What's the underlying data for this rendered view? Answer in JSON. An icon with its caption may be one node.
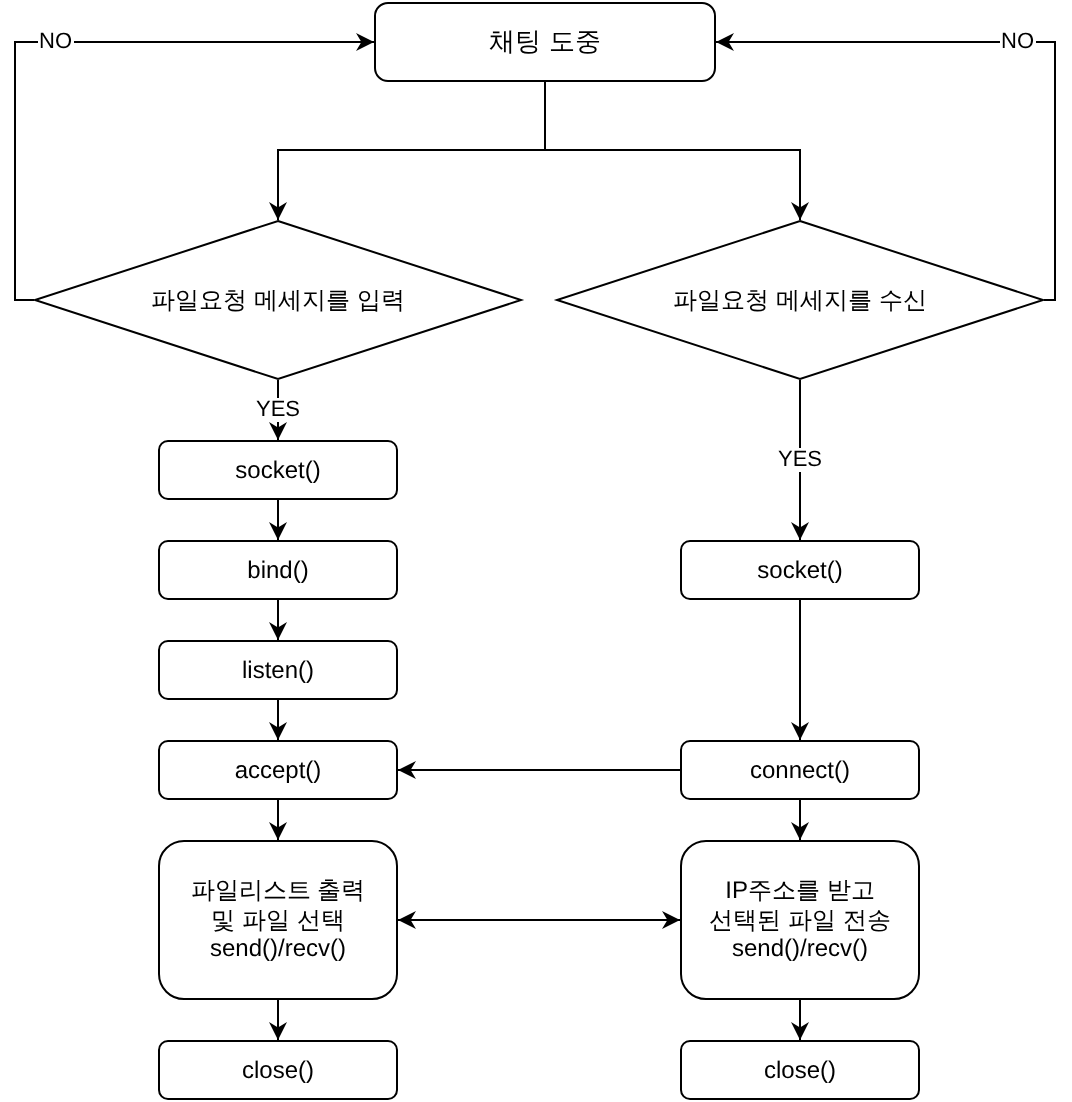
{
  "diagram": {
    "nodes": [
      {
        "text": [
          "채팅 도중"
        ]
      },
      {
        "text": [
          "파일요청 메세지를 입력"
        ]
      },
      {
        "text": [
          "파일요청 메세지를 수신"
        ]
      },
      {
        "text": [
          "socket()"
        ]
      },
      {
        "text": [
          "bind()"
        ]
      },
      {
        "text": [
          "listen()"
        ]
      },
      {
        "text": [
          "accept()"
        ]
      },
      {
        "text": [
          "파일리스트 출력 및 파일 선택 send()/recv()"
        ]
      },
      {
        "text": [
          "close()"
        ]
      },
      {
        "text": [
          "socket()"
        ]
      },
      {
        "text": [
          "connect()"
        ]
      },
      {
        "text": [
          "IP주소를 받고 선택된 파일 전송 send()/recv()"
        ]
      },
      {
        "text": [
          "close()"
        ]
      }
    ],
    "edges": [
      {
        "from": 0,
        "to": 1,
        "arrow": "to"
      },
      {
        "from": 0,
        "to": 2,
        "arrow": "to"
      },
      {
        "from": 1,
        "to": 0,
        "arrow": "to",
        "label": "NO"
      },
      {
        "from": 2,
        "to": 0,
        "arrow": "to",
        "label": "NO"
      },
      {
        "from": 1,
        "to": 3,
        "arrow": "to",
        "label": "YES"
      },
      {
        "from": 3,
        "to": 4,
        "arrow": "to"
      },
      {
        "from": 4,
        "to": 5,
        "arrow": "to"
      },
      {
        "from": 5,
        "to": 6,
        "arrow": "to"
      },
      {
        "from": 6,
        "to": 7,
        "arrow": "to"
      },
      {
        "from": 7,
        "to": 8,
        "arrow": "to"
      },
      {
        "from": 2,
        "to": 9,
        "arrow": "to",
        "label": "YES"
      },
      {
        "from": 9,
        "to": 10,
        "arrow": "to"
      },
      {
        "from": 10,
        "to": 11,
        "arrow": "to"
      },
      {
        "from": 11,
        "to": 12,
        "arrow": "to"
      },
      {
        "from": 10,
        "to": 6,
        "arrow": "to"
      },
      {
        "from": 7,
        "to": 11,
        "arrow": "both"
      }
    ]
  }
}
